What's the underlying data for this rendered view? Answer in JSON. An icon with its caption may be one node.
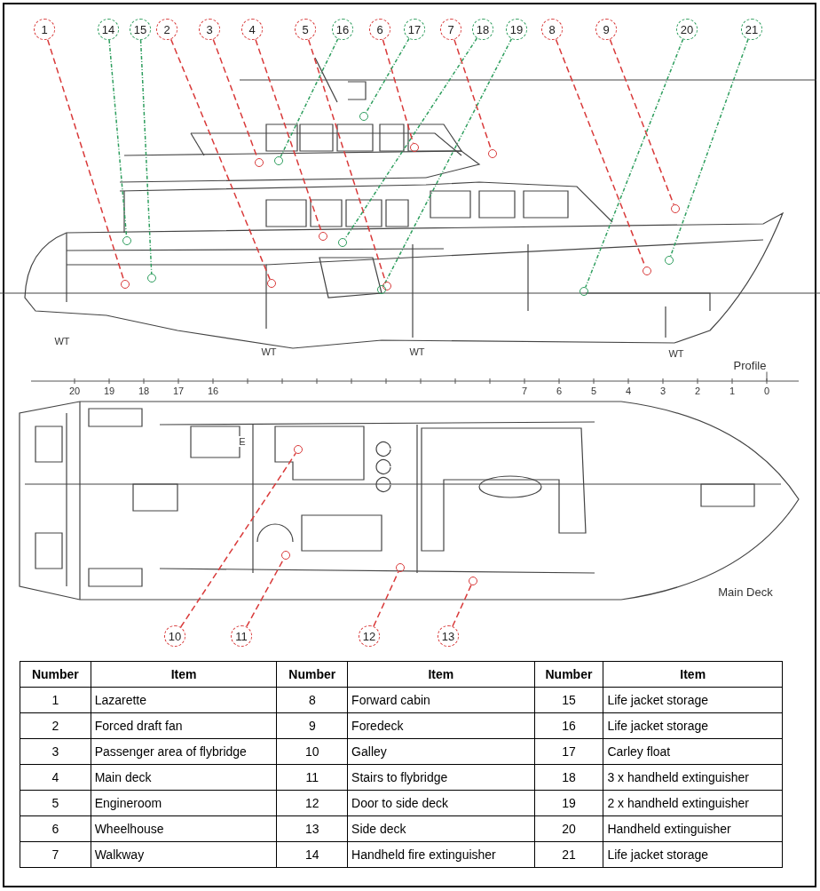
{
  "diagram": {
    "nodes": [
      {
        "text": [
          "1"
        ]
      },
      {
        "text": [
          "2"
        ]
      },
      {
        "text": [
          "3"
        ]
      },
      {
        "text": [
          "4"
        ]
      },
      {
        "text": [
          "5"
        ]
      },
      {
        "text": [
          "6"
        ]
      },
      {
        "text": [
          "7"
        ]
      },
      {
        "text": [
          "8"
        ]
      },
      {
        "text": [
          "9"
        ]
      },
      {
        "text": [
          "10"
        ]
      },
      {
        "text": [
          "11"
        ]
      },
      {
        "text": [
          "12"
        ]
      },
      {
        "text": [
          "13"
        ]
      },
      {
        "text": [
          "14"
        ]
      },
      {
        "text": [
          "15"
        ]
      },
      {
        "text": [
          "16"
        ]
      },
      {
        "text": [
          "17"
        ]
      },
      {
        "text": [
          "18"
        ]
      },
      {
        "text": [
          "19"
        ]
      },
      {
        "text": [
          "20"
        ]
      },
      {
        "text": [
          "21"
        ]
      },
      {
        "text": [],
        "shape": "circle"
      },
      {
        "text": [],
        "shape": "circle"
      },
      {
        "text": [],
        "shape": "circle"
      },
      {
        "text": [],
        "shape": "circle"
      },
      {
        "text": [],
        "shape": "circle"
      },
      {
        "text": [],
        "shape": "circle"
      },
      {
        "text": [],
        "shape": "circle"
      },
      {
        "text": [],
        "shape": "circle"
      },
      {
        "text": [],
        "shape": "circle"
      },
      {
        "text": [],
        "shape": "circle"
      },
      {
        "text": [],
        "shape": "circle"
      },
      {
        "text": [],
        "shape": "circle"
      },
      {
        "text": [],
        "shape": "circle"
      },
      {
        "text": [],
        "shape": "circle"
      },
      {
        "text": [],
        "shape": "circle"
      },
      {
        "text": [],
        "shape": "circle"
      },
      {
        "text": [],
        "shape": "circle"
      },
      {
        "text": [],
        "shape": "circle"
      },
      {
        "text": [],
        "shape": "circle"
      },
      {
        "text": [],
        "shape": "circle"
      },
      {
        "text": [],
        "shape": "circle"
      }
    ],
    "edges": [
      {
        "from": 0,
        "to": 21,
        "arrow": "none",
        "style": "dashed"
      },
      {
        "from": 1,
        "to": 22,
        "arrow": "none",
        "style": "dashed"
      },
      {
        "from": 2,
        "to": 23,
        "arrow": "none",
        "style": "dashed"
      },
      {
        "from": 3,
        "to": 24,
        "arrow": "none",
        "style": "dashed"
      },
      {
        "from": 4,
        "to": 25,
        "arrow": "none",
        "style": "dashed"
      },
      {
        "from": 5,
        "to": 26,
        "arrow": "none",
        "style": "dashed"
      },
      {
        "from": 6,
        "to": 27,
        "arrow": "none",
        "style": "dashed"
      },
      {
        "from": 7,
        "to": 28,
        "arrow": "none",
        "style": "dashed"
      },
      {
        "from": 8,
        "to": 29,
        "arrow": "none",
        "style": "dashed"
      },
      {
        "from": 9,
        "to": 30,
        "arrow": "none",
        "style": "dashed"
      },
      {
        "from": 10,
        "to": 31,
        "arrow": "none",
        "style": "dashed"
      },
      {
        "from": 11,
        "to": 32,
        "arrow": "none",
        "style": "dashed"
      },
      {
        "from": 12,
        "to": 33,
        "arrow": "none",
        "style": "dashed"
      },
      {
        "from": 13,
        "to": 34,
        "arrow": "none",
        "style": "dashed",
        "color": "#2e9e5e"
      },
      {
        "from": 14,
        "to": 35,
        "arrow": "none",
        "style": "dashed",
        "color": "#2e9e5e"
      },
      {
        "from": 15,
        "to": 36,
        "arrow": "none",
        "style": "dashed",
        "color": "#2e9e5e"
      },
      {
        "from": 16,
        "to": 37,
        "arrow": "none",
        "style": "dashed",
        "color": "#2e9e5e"
      },
      {
        "from": 17,
        "to": 38,
        "arrow": "none",
        "style": "dashed",
        "color": "#2e9e5e"
      },
      {
        "from": 18,
        "to": 39,
        "arrow": "none",
        "style": "dashed",
        "color": "#2e9e5e"
      },
      {
        "from": 19,
        "to": 40,
        "arrow": "none",
        "style": "dashed",
        "color": "#2e9e5e"
      },
      {
        "from": 20,
        "to": 41,
        "arrow": "none",
        "style": "dashed",
        "color": "#2e9e5e"
      }
    ],
    "labels": [
      "WT",
      "WT",
      "WT",
      "WT",
      "Profile",
      "20",
      "19",
      "18",
      "17",
      "16",
      "7",
      "6",
      "5",
      "4",
      "3",
      "2",
      "1",
      "0",
      "E",
      "Main Deck",
      "Number",
      "Item",
      "Number",
      "Item",
      "Number",
      "Item",
      "1",
      "Lazarette",
      "8",
      "Forward cabin",
      "15",
      "Life jacket storage",
      "2",
      "Forced draft fan",
      "9",
      "Foredeck",
      "16",
      "Life jacket storage",
      "3",
      "Passenger area of flybridge",
      "10",
      "Galley",
      "17",
      "Carley float",
      "4",
      "Main deck",
      "11",
      "Stairs to flybridge",
      "18",
      "3 x handheld extinguisher",
      "5",
      "Engineroom",
      "12",
      "Door to side deck",
      "19",
      "2 x handheld extinguisher",
      "6",
      "Wheelhouse",
      "13",
      "Side deck",
      "20",
      "Handheld extinguisher",
      "7",
      "Walkway",
      "14",
      "Handheld fire extinguisher",
      "21",
      "Life jacket storage"
    ]
  }
}
